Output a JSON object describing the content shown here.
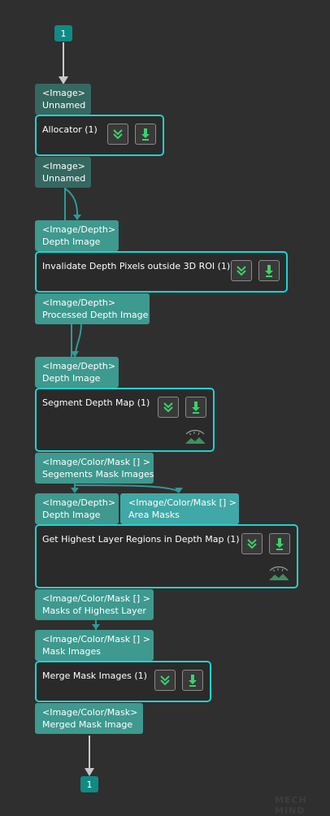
{
  "input_terminal": {
    "label": "1"
  },
  "output_terminal": {
    "label": "1"
  },
  "nodes": [
    {
      "title": "Allocator (1)",
      "in_ports": [
        {
          "type": "<Image>",
          "name": "Unnamed"
        }
      ],
      "out_ports": [
        {
          "type": "<Image>",
          "name": "Unnamed"
        }
      ],
      "visualize": false
    },
    {
      "title": "Invalidate Depth Pixels outside 3D ROI (1)",
      "in_ports": [
        {
          "type": "<Image/Depth>",
          "name": "Depth Image"
        }
      ],
      "out_ports": [
        {
          "type": "<Image/Depth>",
          "name": "Processed Depth Image"
        }
      ],
      "visualize": false
    },
    {
      "title": "Segment Depth Map (1)",
      "in_ports": [
        {
          "type": "<Image/Depth>",
          "name": "Depth Image"
        }
      ],
      "out_ports": [
        {
          "type": "<Image/Color/Mask [] >",
          "name": "Segements Mask Images"
        }
      ],
      "visualize": true
    },
    {
      "title": "Get Highest Layer Regions in Depth Map (1)",
      "in_ports": [
        {
          "type": "<Image/Depth>",
          "name": "Depth Image"
        },
        {
          "type": "<Image/Color/Mask [] >",
          "name": "Area Masks"
        }
      ],
      "out_ports": [
        {
          "type": "<Image/Color/Mask [] >",
          "name": "Masks of Highest Layer"
        }
      ],
      "visualize": true
    },
    {
      "title": "Merge Mask Images (1)",
      "in_ports": [
        {
          "type": "<Image/Color/Mask [] >",
          "name": "Mask Images"
        }
      ],
      "out_ports": [
        {
          "type": "<Image/Color/Mask>",
          "name": "Merged Mask Image"
        }
      ],
      "visualize": false
    }
  ],
  "icons": {
    "collapse": "double-chevron-down-icon",
    "debug_output": "download-arrow-icon",
    "visualize": "visualize-output-icon"
  },
  "colors": {
    "background": "#2f2f2f",
    "node_border": "#1fd2cf",
    "terminal": "#108a84",
    "port_dark": "#356860",
    "port_teal": "#3e998f",
    "wire": "#2e9b95"
  },
  "watermark": "MECH MIND"
}
